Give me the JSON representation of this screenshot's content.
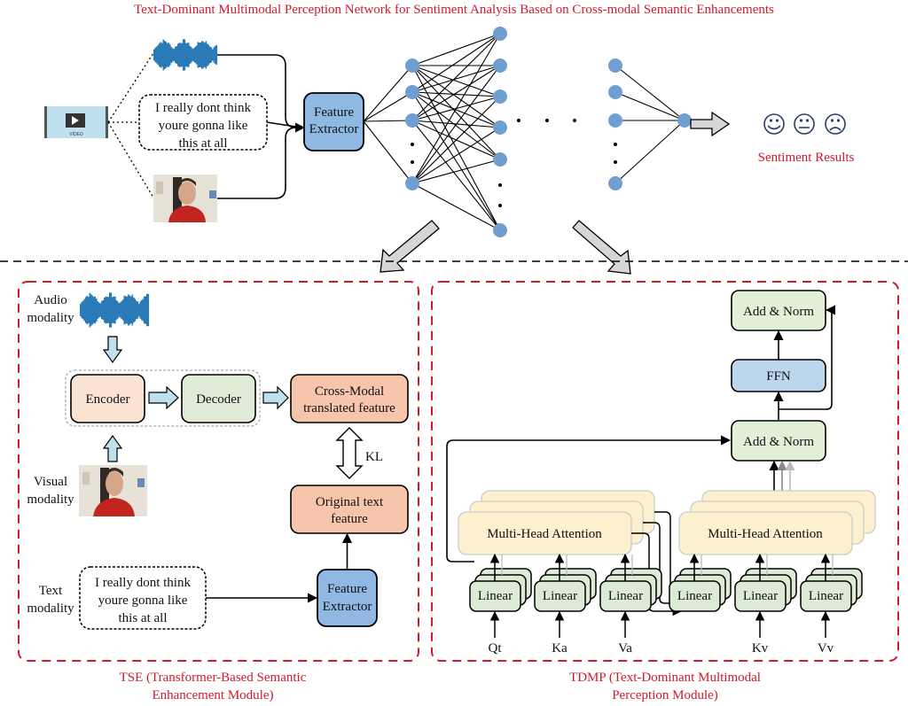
{
  "title": "Text-Dominant Multimodal Perception Network for Sentiment Analysis Based on Cross-modal Semantic Enhancements",
  "colors": {
    "title_red": "#d11a2a",
    "node_blue": "#6f9fd0",
    "feature_extractor_fill": "#8fb8e2",
    "encoder_fill": "#fbe3d4",
    "decoder_fill": "#e1ecd8",
    "crossmodal_fill": "#f6c5ab",
    "attention_fill": "#fdf0cf",
    "linear_fill": "#dcebd5",
    "ffn_fill": "#bcd6ee",
    "addnorm_fill": "#e3efd9",
    "arrow_gray": "#d6d6d6",
    "arrow_lightblue": "#bfe1ec"
  },
  "top": {
    "video_icon_label": "VIDEO",
    "text_sample": [
      "I really dont think",
      "youre gonna like",
      "this at all"
    ],
    "feature_extractor": [
      "Feature",
      "Extractor"
    ],
    "sentiment_label": "Sentiment Results",
    "sentiment_icons": [
      "smile-face-icon",
      "neutral-face-icon",
      "sad-face-icon"
    ]
  },
  "tse": {
    "audio_label": [
      "Audio",
      "modality"
    ],
    "visual_label": [
      "Visual",
      "modality"
    ],
    "text_label": [
      "Text",
      "modality"
    ],
    "encoder": "Encoder",
    "decoder": "Decoder",
    "crossmodal": [
      "Cross-Modal",
      "translated feature"
    ],
    "kl": "KL",
    "original": [
      "Original text",
      "feature"
    ],
    "text_sample": [
      "I really dont think",
      "youre gonna like",
      "this at all"
    ],
    "feature_extractor": [
      "Feature",
      "Extractor"
    ],
    "caption": [
      "TSE (Transformer-Based Semantic",
      "Enhancement Module)"
    ]
  },
  "tdmp": {
    "add_norm_top": "Add & Norm",
    "ffn": "FFN",
    "add_norm_bottom": "Add & Norm",
    "mha_left": "Multi-Head Attention",
    "mha_right": "Multi-Head Attention",
    "linear": "Linear",
    "inputs": [
      "Qt",
      "Ka",
      "Va",
      "Kv",
      "Vv"
    ],
    "caption": [
      "TDMP (Text-Dominant Multimodal",
      "Perception Module)"
    ]
  }
}
